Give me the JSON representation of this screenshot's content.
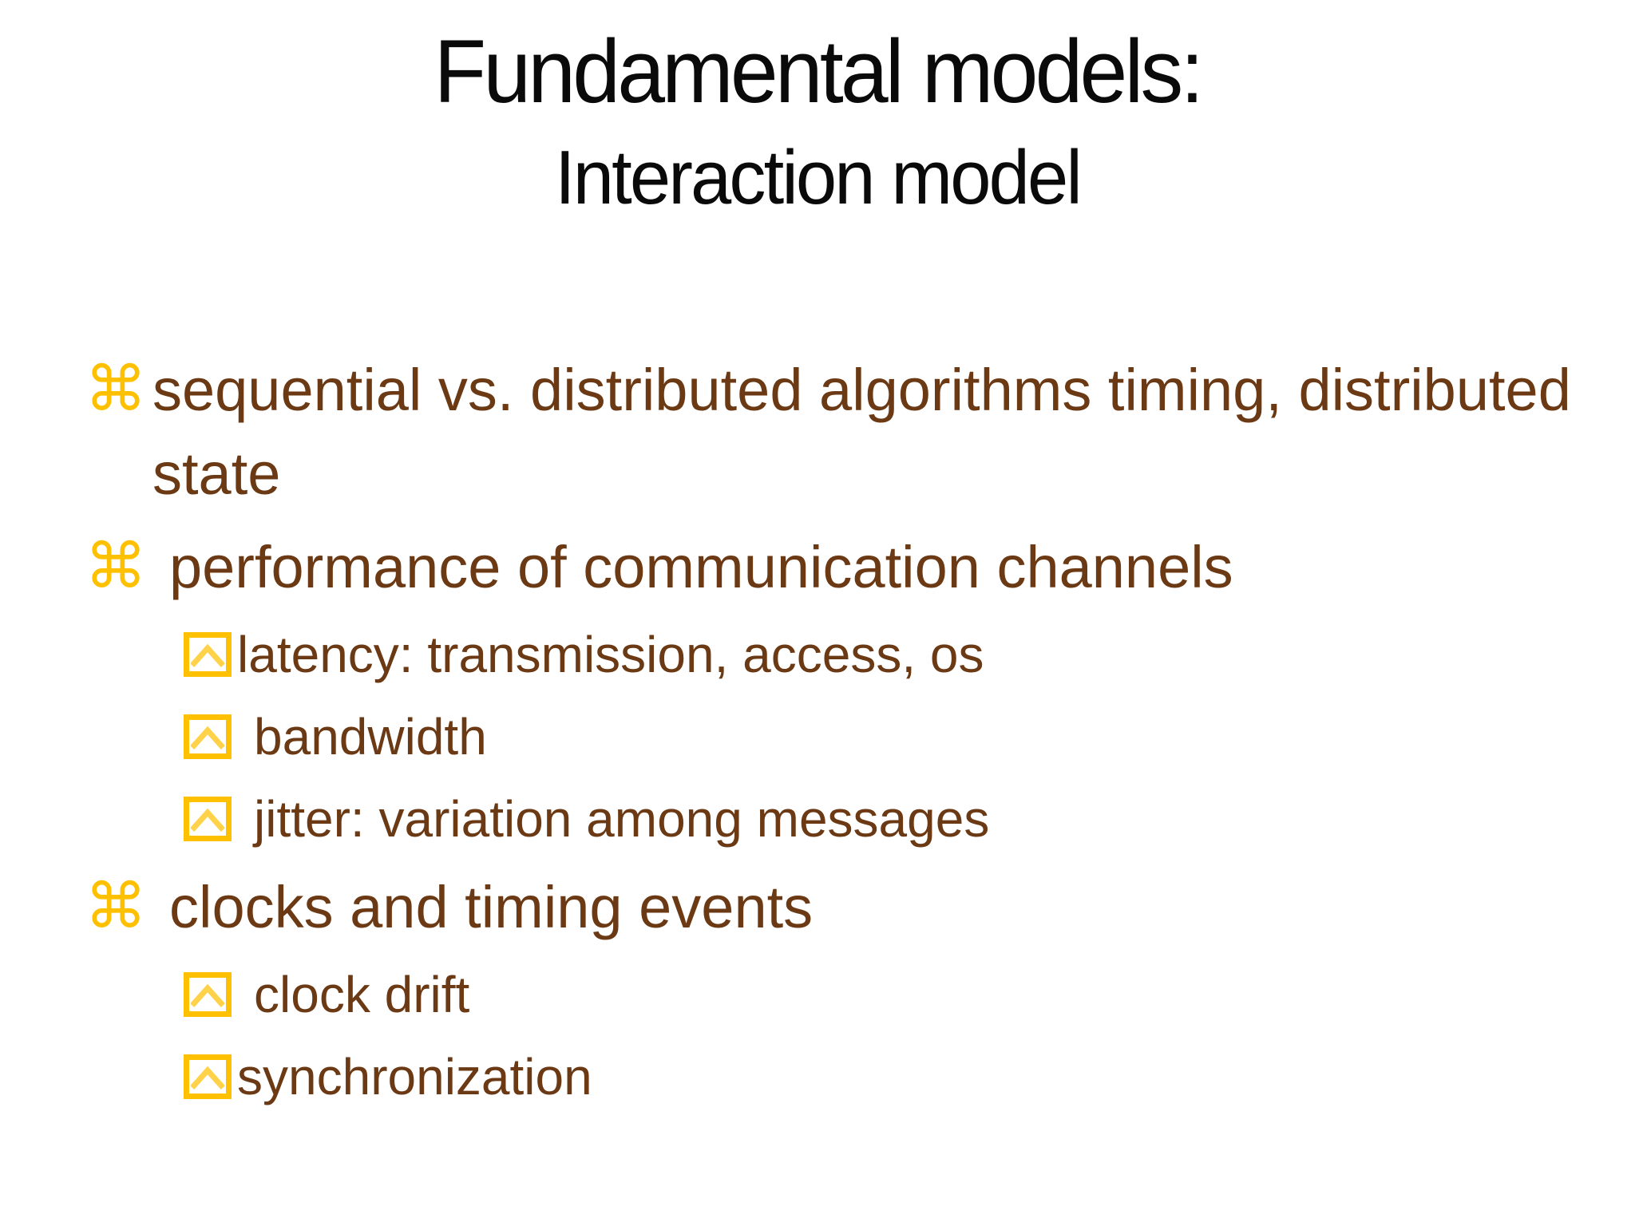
{
  "title": {
    "line1": "Fundamental models:",
    "line2": "Interaction model"
  },
  "bullet_glyph": "⌘",
  "bullets": [
    {
      "level": 1,
      "icon": "command-icon",
      "text": "sequential vs. distributed algorithms timing, distributed state"
    },
    {
      "level": 1,
      "icon": "command-icon",
      "text": "performance of communication channels"
    },
    {
      "level": 2,
      "icon": "chevron-box-icon",
      "text": "latency: transmission, access, os"
    },
    {
      "level": 2,
      "icon": "chevron-box-icon",
      "text": "bandwidth"
    },
    {
      "level": 2,
      "icon": "chevron-box-icon",
      "text": "jitter: variation among messages"
    },
    {
      "level": 1,
      "icon": "command-icon",
      "text": "clocks and timing events"
    },
    {
      "level": 2,
      "icon": "chevron-box-icon",
      "text": "clock drift"
    },
    {
      "level": 2,
      "icon": "chevron-box-icon",
      "text": "synchronization"
    }
  ],
  "colors": {
    "background": "#FFFFFF",
    "title_text": "#0A0A0A",
    "body_text": "#6B3A14",
    "bullet_gold": "#FFC000",
    "chevron_gold": "#FFD24A"
  }
}
